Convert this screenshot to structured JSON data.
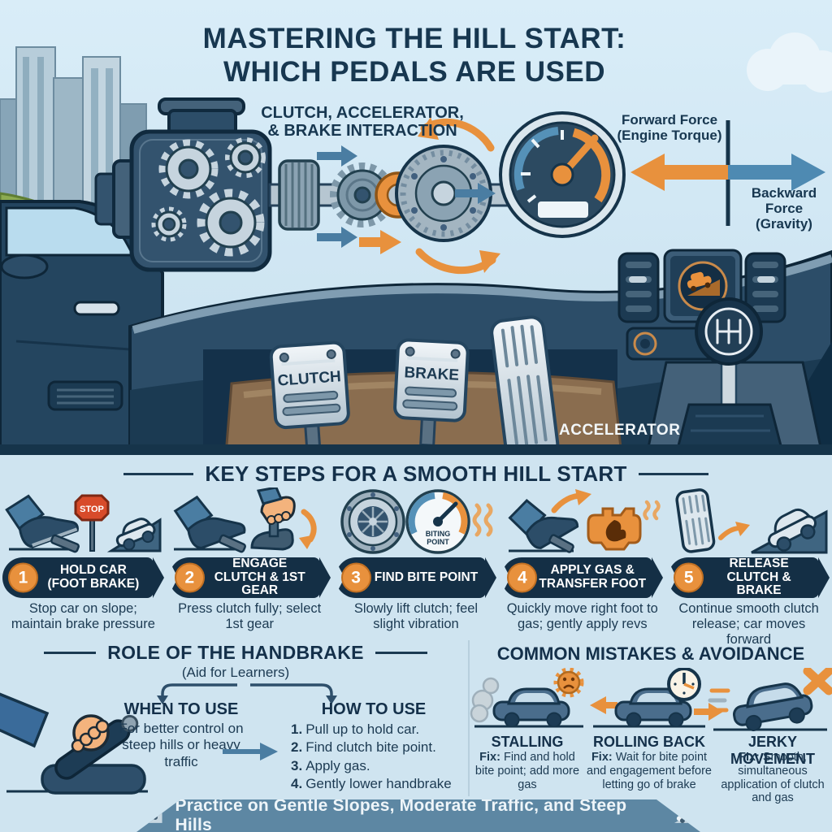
{
  "colors": {
    "background": "#cfe4f0",
    "navy": "#173750",
    "orange": "#e8913d",
    "steel_blue": "#4a7da2",
    "footer_blue": "#5d87a3"
  },
  "header": {
    "title_line1": "MASTERING THE HILL START:",
    "title_line2": "WHICH PEDALS ARE USED"
  },
  "scene": {
    "interaction_label_1": "CLUTCH, ACCELERATOR,",
    "interaction_label_2": "& BRAKE INTERACTION",
    "forward_force_1": "Forward Force",
    "forward_force_2": "(Engine Torque)",
    "backward_force_1": "Backward Force",
    "backward_force_2": "(Gravity)",
    "pedal_clutch": "CLUTCH",
    "pedal_brake": "BRAKE",
    "pedal_accelerator": "ACCELERATOR"
  },
  "key_steps": {
    "heading": "KEY STEPS FOR A SMOOTH HILL START",
    "stop_sign": "STOP",
    "gauge_line1": "BITING",
    "gauge_line2": "POINT",
    "steps": [
      {
        "num": "1",
        "title": "HOLD CAR (FOOT BRAKE)",
        "desc": "Stop car on slope; maintain brake pressure"
      },
      {
        "num": "2",
        "title": "ENGAGE CLUTCH & 1ST GEAR",
        "desc": "Press clutch fully; select 1st gear"
      },
      {
        "num": "3",
        "title": "FIND BITE POINT",
        "desc": "Slowly lift clutch; feel slight vibration"
      },
      {
        "num": "4",
        "title": "APPLY GAS & TRANSFER FOOT",
        "desc": "Quickly move right foot to gas; gently apply revs"
      },
      {
        "num": "5",
        "title": "RELEASE CLUTCH & BRAKE",
        "desc": "Continue smooth clutch release; car moves forward"
      }
    ]
  },
  "handbrake": {
    "heading": "ROLE OF THE HANDBRAKE",
    "subheading": "(Aid for Learners)",
    "when_title": "WHEN TO USE",
    "when_text": "For better control on steep hills or heavy traffic",
    "how_title": "HOW TO USE",
    "how_items": [
      {
        "num": "1.",
        "text": "Pull up to hold car."
      },
      {
        "num": "2.",
        "text": "Find clutch bite point."
      },
      {
        "num": "3.",
        "text": "Apply gas."
      },
      {
        "num": "4.",
        "text": "Gently lower handbrake"
      }
    ]
  },
  "mistakes": {
    "heading": "COMMON MISTAKES & AVOIDANCE",
    "items": [
      {
        "title": "STALLING",
        "fix_label": "Fix:",
        "fix_text": " Find and hold bite point; add more gas"
      },
      {
        "title": "ROLLING BACK",
        "fix_label": "Fix:",
        "fix_text": " Wait for bite point and engagement before letting go of brake"
      },
      {
        "title": "JERKY MOVEMENT",
        "fix_label": "FIx:",
        "fix_text": " Smooth, simultaneous application of clutch and gas"
      }
    ]
  },
  "footer": {
    "text": "Practice on Gentle Slopes, Moderate Traffic, and Steep Hills"
  }
}
